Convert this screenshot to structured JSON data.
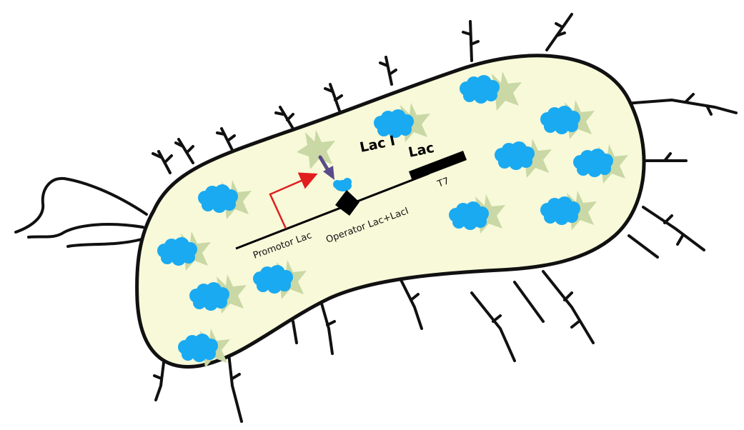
{
  "labels": {
    "lac_i": "Lac I",
    "lac": "Lac",
    "t7": "T7",
    "promotor": "Promotor Lac",
    "operator": "Operator Lac+LacI"
  },
  "colors": {
    "cell_fill": "#f7f9d9",
    "cell_outline": "#111111",
    "protein_cloud": "#19aaf2",
    "star": "#c9d8a4",
    "promoter_arrow": "#e11d1d",
    "binding_arrow": "#5a4a8a",
    "dna": "#000000"
  },
  "icons": {
    "protein": "cloud-shape",
    "inducer": "star-shape",
    "operator": "diamond-shape"
  }
}
